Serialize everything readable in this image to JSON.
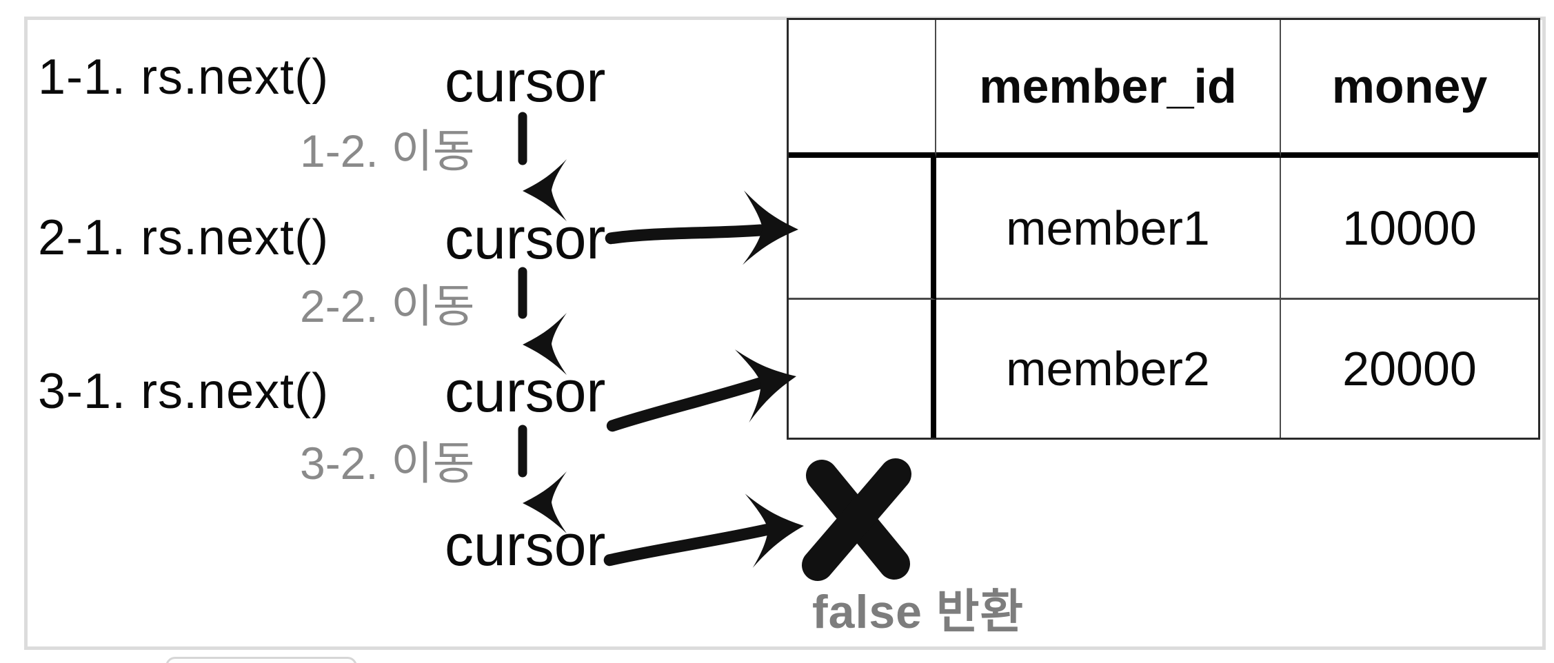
{
  "colors": {
    "ink": "#111111",
    "text_black": "#0a0a0a",
    "text_gray": "#8a8a8a",
    "false_gray": "#7d7d7d",
    "frame_border": "#dcdcdc",
    "table_outer": "#2a2a2a",
    "table_thick": "#000000",
    "table_thin": "#4a4a4a"
  },
  "diagram": {
    "steps": [
      {
        "call_label": "1-1. rs.next()",
        "cursor_label": "cursor",
        "move_label": "1-2. 이동"
      },
      {
        "call_label": "2-1. rs.next()",
        "cursor_label": "cursor",
        "move_label": "2-2. 이동"
      },
      {
        "call_label": "3-1. rs.next()",
        "cursor_label": "cursor",
        "move_label": "3-2. 이동"
      }
    ],
    "final_cursor_label": "cursor",
    "false_return_label": "false 반환",
    "icons": {
      "down_arrow": "hand-drawn-down-arrow",
      "right_arrow": "hand-drawn-right-arrow",
      "x_mark": "hand-drawn-x-mark"
    }
  },
  "table": {
    "headers": [
      "",
      "member_id",
      "money"
    ],
    "rows": [
      [
        "",
        "member1",
        "10000"
      ],
      [
        "",
        "member2",
        "20000"
      ]
    ]
  }
}
